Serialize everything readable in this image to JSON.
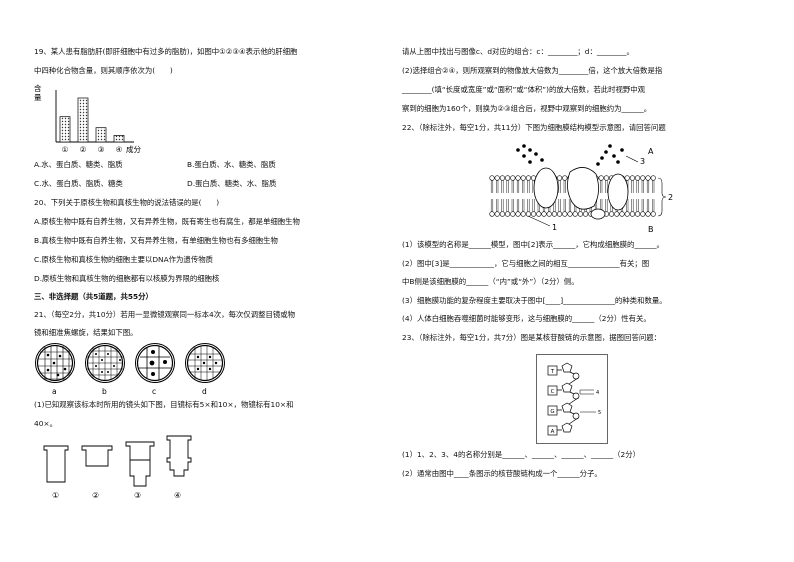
{
  "left": {
    "q19": {
      "line1": "19、某人患有脂肪肝(即肝细胞中有过多的脂肪)，如图中①②③④表示他的肝细胞",
      "line2": "中四种化合物含量，则其顺序依次为(　　)",
      "chart_ylabel_1": "含",
      "chart_ylabel_2": "量",
      "chart_xlabel": "成分",
      "opt_a": "A.水、蛋白质、糖类、脂质",
      "opt_b": "B.蛋白质、水、糖类、脂质",
      "opt_c": "C.水、蛋白质、脂质、糖类",
      "opt_d": "D.蛋白质、糖类、水、脂质"
    },
    "q20": {
      "stem": "20、下列关于原核生物和真核生物的说法错误的是(　　)",
      "opt_a": "A.原核生物中既有自养生物，又有异养生物，既有寄生也有腐生，都是单细胞生物",
      "opt_b": "B.真核生物中既有自养生物，又有异养生物，有单细胞生物也有多细胞生物",
      "opt_c": "C.原核生物和真核生物的细胞主要以DNA作为遗传物质",
      "opt_d": "D.原核生物和真核生物的细胞都有以核膜为界限的细胞核"
    },
    "section3": "三、非选择题（共5道题，共55分）",
    "q21": {
      "line1": "21、（每空2分，共10分）若用一显微镜观察同一标本4次，每次仅调整目镜或物",
      "line2": "镜和细准焦螺旋，结果如下图。",
      "views": [
        "a",
        "b",
        "c",
        "d"
      ],
      "sub1_line1": "(1)已知观察该标本时所用的镜头如下图，目镜标有5×和10×，物镜标有10×和",
      "sub1_line2": "40×。",
      "lenses": [
        "①",
        "②",
        "③",
        "④"
      ]
    }
  },
  "right": {
    "q21_cont": {
      "line1": "请从上图中找出与图像c、d对应的组合：c：________；d：________。",
      "line2": "(2)选择组合②④，则所观察到的物像放大倍数为________倍，这个放大倍数是指",
      "line3": "________(填“长度或宽度”或“面积”或“体积”)的放大倍数，若此时视野中观",
      "line4": "察到的细胞为160个，则换为②③组合后，视野中观察到的细胞约为______。"
    },
    "q22": {
      "stem_1": "22、（除标注外，每空1分，共11分）下图为细胞膜结构模型示意图，请回答问题",
      "label_A": "A",
      "label_B": "B",
      "label_1": "1",
      "label_2": "2",
      "label_3": "3",
      "s1": "(1）该模型的名称是______模型，图中[2]表示______，它构成细胞膜的______。",
      "s2a": "(2）图中[3]是____________，它与细胞之间的相互______________有关；图",
      "s2b": "中B侧是该细胞膜的______（“内”或“外”）（2分）侧。",
      "s3": "(3）细胞膜功能的复杂程度主要取决于图中[____]______________的种类和数量。",
      "s4": "(4）人体白细胞吞噬细菌时能够变形，这与细胞膜的______（2分）性有关。"
    },
    "q23": {
      "stem": "23、（除标注外，每空1分，共7分）图是某核苷酸链的示意图，据图回答问题：",
      "bases": [
        "T",
        "C",
        "G",
        "A"
      ],
      "num_4": "4",
      "num_5": "5",
      "s1": "(1）1、2、3、4的名称分别是______、______、______、______（2分）",
      "s2": "(2）通常由图中____条图示的核苷酸链构成一个______分子。"
    }
  },
  "chart_data": {
    "type": "bar",
    "categories": [
      "①",
      "②",
      "③",
      "④"
    ],
    "values": [
      2.3,
      4.0,
      1.3,
      0.6
    ],
    "ylabel": "含量",
    "xlabel": "成分"
  }
}
